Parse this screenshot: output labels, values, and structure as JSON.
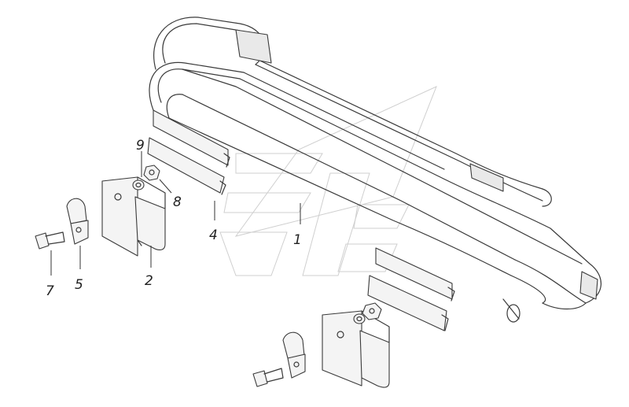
{
  "callouts": [
    {
      "id": "1",
      "label": "1"
    },
    {
      "id": "2",
      "label": "2"
    },
    {
      "id": "4",
      "label": "4"
    },
    {
      "id": "5",
      "label": "5"
    },
    {
      "id": "7",
      "label": "7"
    },
    {
      "id": "8",
      "label": "8"
    },
    {
      "id": "9",
      "label": "9"
    }
  ],
  "colors": {
    "line": "#3a3a3a",
    "shade": "#e9e9e9",
    "watermark": "#cfcfcf"
  },
  "icons": [
    "bumper-tube-icon",
    "bracket-icon",
    "clamp-icon",
    "bolt-icon",
    "nut-icon",
    "washer-icon",
    "rubber-pad-icon",
    "watermark-logo-icon"
  ]
}
